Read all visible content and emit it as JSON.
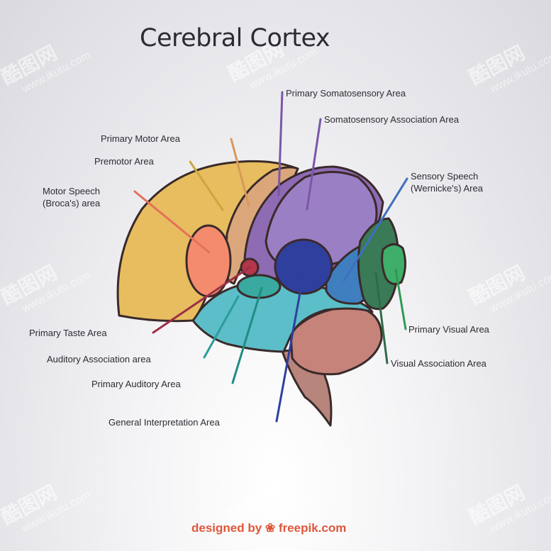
{
  "title": "Cerebral Cortex",
  "labels": {
    "primary_somatosensory": "Primary Somatosensory Area",
    "somatosensory_association": "Somatosensory Association Area",
    "primary_motor": "Primary Motor Area",
    "premotor": "Premotor Area",
    "motor_speech_1": "Motor Speech",
    "motor_speech_2": "(Broca's) area",
    "sensory_speech_1": "Sensory Speech",
    "sensory_speech_2": "(Wernicke's) Area",
    "primary_taste": "Primary Taste Area",
    "auditory_association": "Auditory Association area",
    "primary_auditory": "Primary Auditory Area",
    "general_interpretation": "General Interpretation Area",
    "primary_visual": "Primary Visual Area",
    "visual_association": "Visual Association Area"
  },
  "watermark": {
    "brand": "酷图网",
    "url": "www.ikutu.com"
  },
  "credit": {
    "prefix": "designed by",
    "logo": "❀",
    "brand": "freepik.com"
  },
  "colors": {
    "frontal": "#e7bd5f",
    "premotor": "#dba77a",
    "parietal_primary": "#8e6bb3",
    "parietal_assoc": "#9a7fc4",
    "broca": "#f48b6d",
    "temporal": "#5bbec8",
    "wernicke": "#3f7fc0",
    "interpretation": "#2f3f9e",
    "occipital": "#3a7a56",
    "visual_primary": "#3fae6a",
    "cerebellum": "#c5837a",
    "brainstem": "#b7857c"
  }
}
